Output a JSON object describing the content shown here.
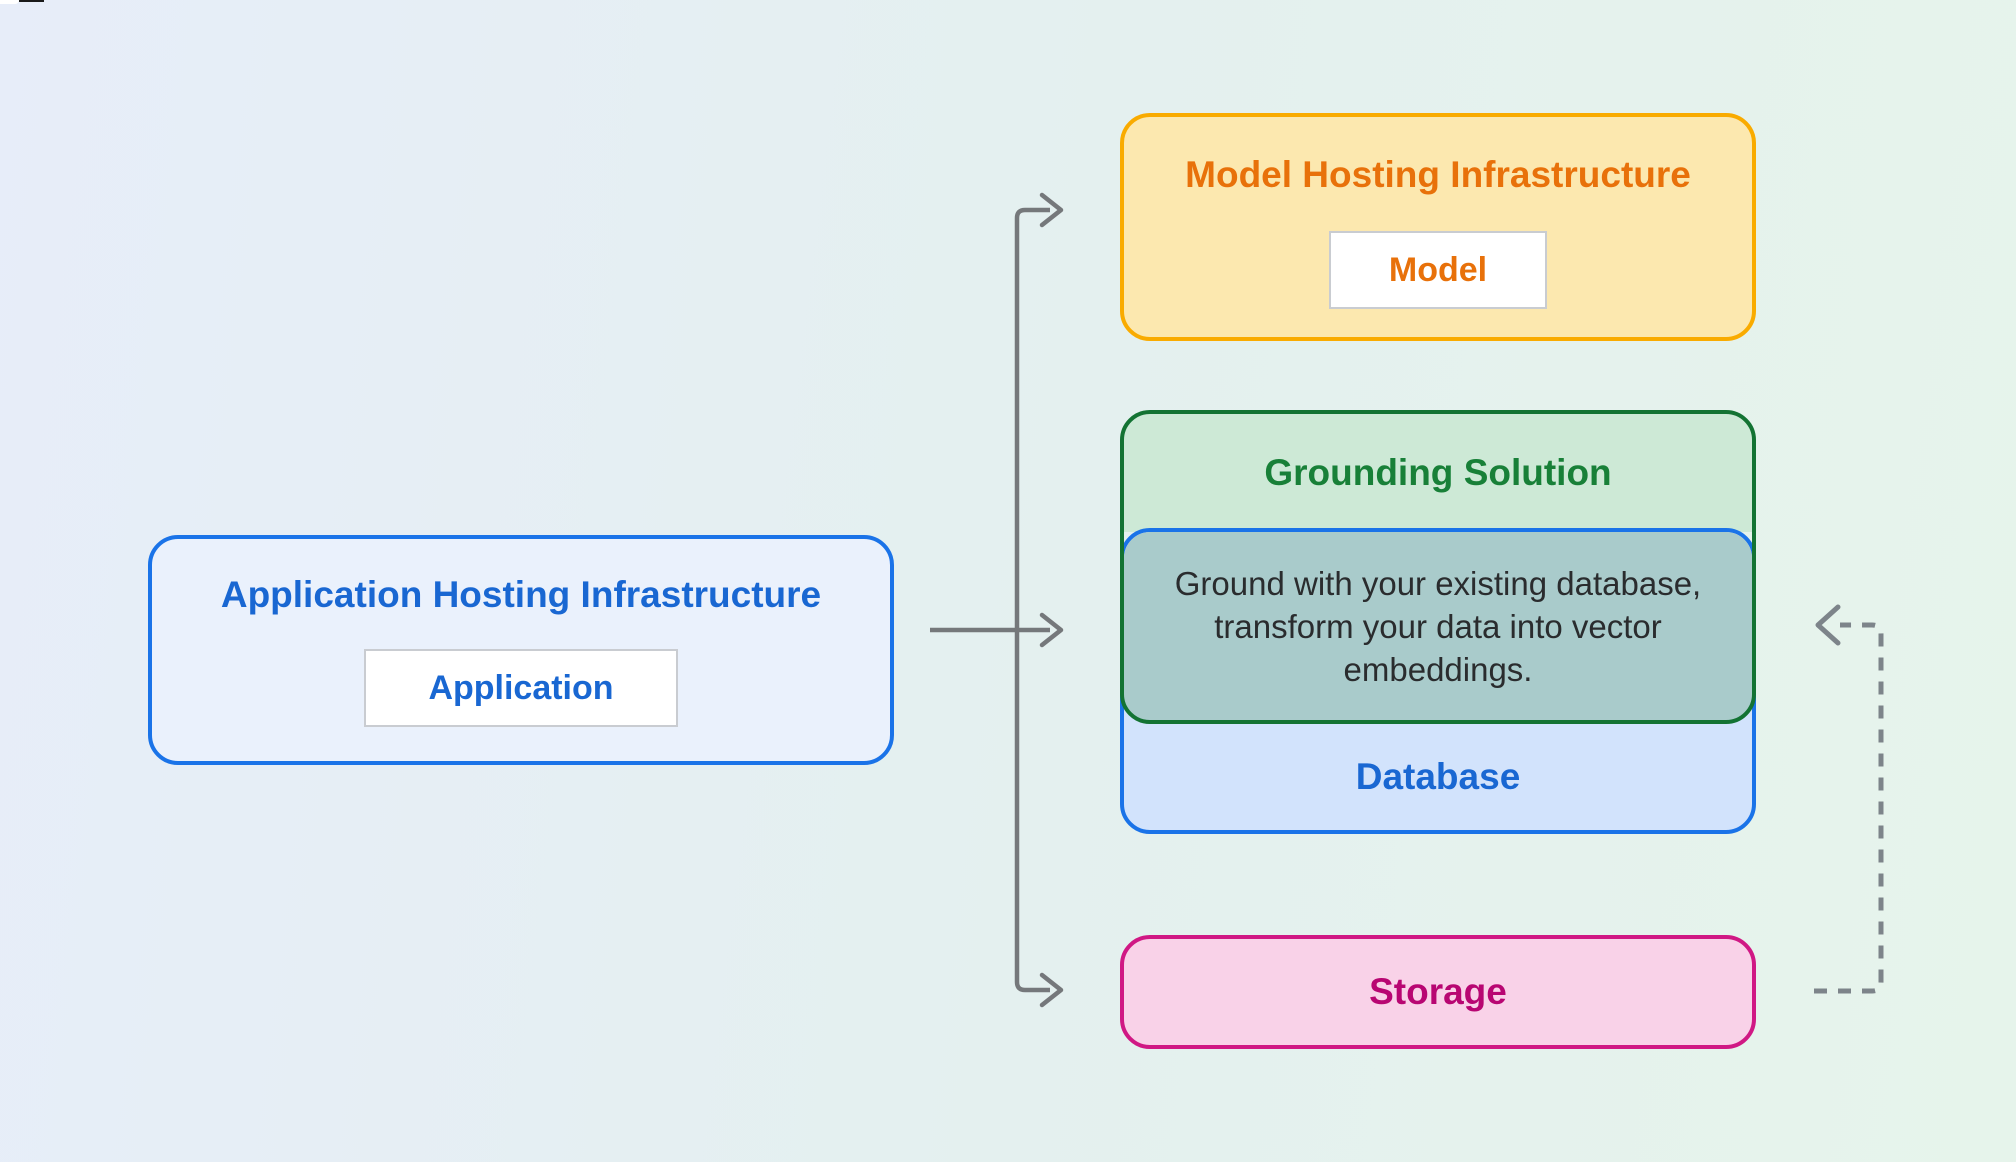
{
  "palette": {
    "background_left": "#E7EDF9",
    "background_right": "#E6F4EB",
    "blue_border": "#1A73E8",
    "blue_text": "#1967D2",
    "blue_fill": "#D2E3FC",
    "app_fill": "#EAF1FC",
    "orange_border": "#F9AB00",
    "orange_text": "#E8710A",
    "orange_fill": "#FCE8AF",
    "green_border": "#137333",
    "green_text": "#188038",
    "green_fill": "#CDE9D6",
    "teal_fill": "#A9CBCB",
    "pink_border": "#D01884",
    "pink_text": "#B80672",
    "pink_fill": "#F9D2E8",
    "arrow_solid": "#75787B",
    "arrow_dashed": "#7D848A",
    "description_text": "#2A2C2E"
  },
  "application_box": {
    "title": "Application Hosting Infrastructure",
    "chip_label": "Application"
  },
  "model_box": {
    "title": "Model Hosting Infrastructure",
    "chip_label": "Model"
  },
  "grounding_box": {
    "title": "Grounding Solution",
    "description_lines": [
      "Ground with your existing database,",
      "transform your data into vector",
      "embeddings."
    ]
  },
  "database_box": {
    "label": "Database"
  },
  "storage_box": {
    "label": "Storage"
  }
}
